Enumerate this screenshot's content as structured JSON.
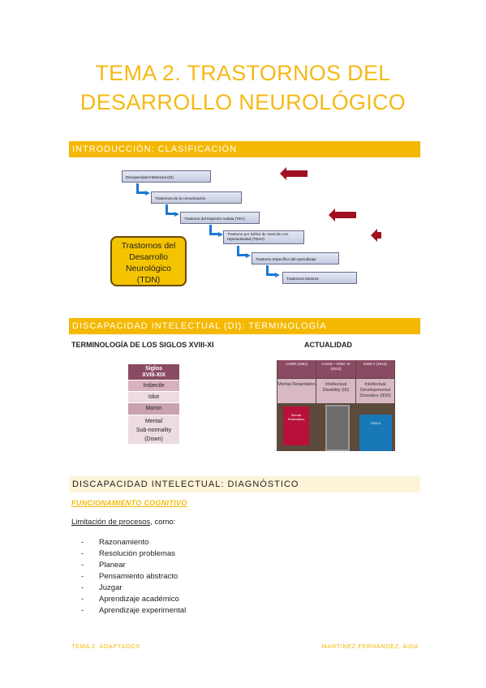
{
  "title": {
    "line1": "TEMA 2. TRASTORNOS DEL",
    "line2": "DESARROLLO NEUROLÓGICO"
  },
  "sections": {
    "intro": "INTRODUCCIÓN: CLASIFICACIÓN",
    "di_term": "DISCAPACIDAD INTELECTUAL (DI): TERMINOLOGÍA",
    "di_diag": "DISCAPACIDAD INTELECTUAL: DIAGNÓSTICO"
  },
  "diagram": {
    "boxes": [
      "Discapacidad Intelectual (DI)",
      "Trastornos de la comunicación",
      "Trastorno del Espectro Autista (TEA)",
      "Trastorno por Déficit de Atención con Hiperactividad (TDAH)",
      "Trastorno Específico del Aprendizaje",
      "Trastornos Motores"
    ],
    "tdn_lines": [
      "Trastornos del",
      "Desarrollo",
      "Neurológico",
      "(TDN)"
    ]
  },
  "terminology": {
    "left_heading": "TERMINOLOGÍA DE LOS SIGLOS XVIII-XI",
    "right_heading": "ACTUALIDAD",
    "left_table": {
      "header": [
        "Siglos",
        "XVIII-XIX"
      ],
      "rows": [
        "Imbecile",
        "Idiot",
        "Moron",
        "Mental",
        "Sub-normality",
        "(Down)"
      ]
    },
    "right_table": {
      "headers": [
        "AAMR (1961)",
        "AAIDD – DSM -IV (2010)",
        "DSM-V (2013)"
      ],
      "cells": [
        "Mental Retardation",
        "Intellectual Disability (ID)",
        "Intellectual Developmental Disorders (IDD)"
      ],
      "books": [
        "Mental Retardation",
        "",
        "DSM-5"
      ]
    }
  },
  "diagnostico": {
    "subheading": "FUNCIONAMIENTO COGNITIVO",
    "intro_underlined": "Limitación de procesos",
    "intro_rest": ", como:",
    "items": [
      "Razonamiento",
      "Resolución problemas",
      "Planear",
      "Pensamiento abstracto",
      "Juzgar",
      "Aprendizaje académico",
      "Aprendizaje experimental"
    ]
  },
  "footer": {
    "left": "TEMA 2. ADAPTADOS",
    "right": "MARTINEZ FERNANDEZ, AIDA"
  },
  "colors": {
    "accent": "#f5b800",
    "band_light": "#fdf3d7",
    "arrow_blue": "#1b78d4",
    "arrow_red": "#a01020"
  }
}
